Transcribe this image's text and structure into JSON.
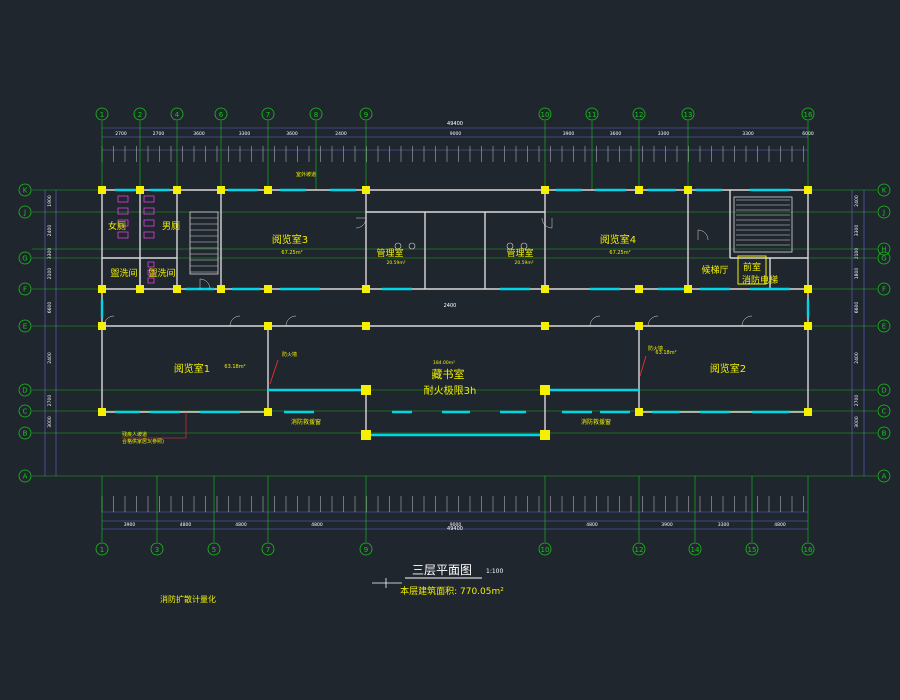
{
  "colors": {
    "background": "#1f262e",
    "grid_axis": "#19c419",
    "wall": "#d9d9d9",
    "column": "#f5f000",
    "window": "#00d7e6",
    "dimension": "#5f6bd8",
    "label": "#f0f000",
    "title": "#ffffff"
  },
  "grid": {
    "top_axes": [
      "1",
      "2",
      "4",
      "6",
      "7",
      "8",
      "9",
      "10",
      "11",
      "12",
      "13",
      "16"
    ],
    "bottom_axes": [
      "1",
      "3",
      "5",
      "7",
      "9",
      "10",
      "12",
      "14",
      "15",
      "16"
    ],
    "row_axes": [
      "K",
      "J",
      "H",
      "G",
      "F",
      "E",
      "D",
      "C",
      "B",
      "A"
    ]
  },
  "rooms": [
    {
      "id": "reading-room-3",
      "label": "阅览室3",
      "area": "67.25m²"
    },
    {
      "id": "reading-room-4",
      "label": "阅览室4",
      "area": "67.25m²"
    },
    {
      "id": "reading-room-1",
      "label": "阅览室1",
      "area": "63.18m²"
    },
    {
      "id": "reading-room-2",
      "label": "阅览室2",
      "area": "63.18m²"
    },
    {
      "id": "library",
      "label": "藏书室",
      "area": "184.00m²"
    },
    {
      "id": "management-1",
      "label": "管理室",
      "area": "20.59m²"
    },
    {
      "id": "management-2",
      "label": "管理室",
      "area": "20.59m²"
    },
    {
      "id": "womens-toilet",
      "label": "女厕"
    },
    {
      "id": "mens-toilet",
      "label": "男厕"
    },
    {
      "id": "washroom-1",
      "label": "盥洗间"
    },
    {
      "id": "washroom-2",
      "label": "盥洗间"
    },
    {
      "id": "elevator-hall",
      "label": "候梯厅"
    },
    {
      "id": "fire-elevator",
      "label": "消防电梯"
    },
    {
      "id": "fire-shaft",
      "label": "前室"
    }
  ],
  "notes": {
    "fire_rating": "耐火极限3h",
    "fire_window_1": "消防救援窗",
    "fire_window_2": "消防救援窗",
    "fire_door_note_1": "防火墙",
    "fire_door_note_2": "防火墙",
    "accessible_note_1": "残疾人坡道",
    "accessible_note_2": "合格供家居3(参照)",
    "left_bottom_note": "消防扩散计量化",
    "outdoor": "室外坡道"
  },
  "dimensions": {
    "top_total": "49400",
    "bottom_total": "49400",
    "top_segments": [
      "2700",
      "2700",
      "3600",
      "3300",
      "3600",
      "2400",
      "9000",
      "3900",
      "3600",
      "3300",
      "3300",
      "6000"
    ],
    "bottom_segments": [
      "3900",
      "4800",
      "4800",
      "4800",
      "9000",
      "4800",
      "3900",
      "3300",
      "4800"
    ],
    "left_segments": [
      "1900",
      "2400",
      "3300",
      "2100",
      "6600",
      "2400",
      "2700",
      "3000"
    ],
    "right_segments": [
      "2400",
      "3300",
      "2100",
      "1800",
      "6600",
      "2400",
      "2700",
      "3000"
    ],
    "corridor": "2400"
  },
  "title": {
    "name": "三层平面图",
    "scale": "1:100",
    "area_label": "本层建筑面积: 770.05m²"
  }
}
